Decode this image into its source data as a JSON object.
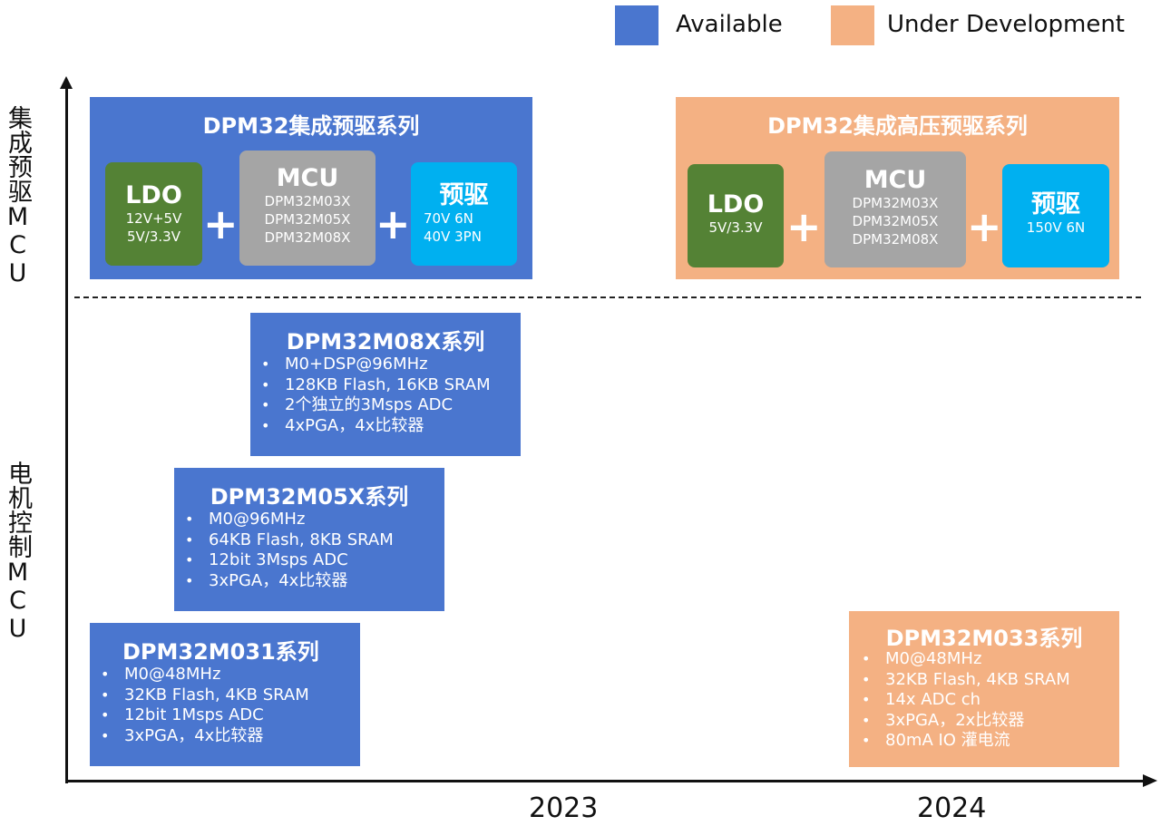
{
  "legend": {
    "available": {
      "label": "Available",
      "color": "#4a76cf"
    },
    "under_development": {
      "label": "Under Development",
      "color": "#f4b183"
    }
  },
  "axes": {
    "y_label_top": "集成预驱MCU",
    "y_label_bottom": "电机控制MCU",
    "x_ticks": [
      "2023",
      "2024"
    ]
  },
  "integrated": [
    {
      "title": "DPM32集成预驱系列",
      "status": "available",
      "ldo": {
        "title": "LDO",
        "lines": [
          "12V+5V",
          "5V/3.3V"
        ]
      },
      "mcu": {
        "title": "MCU",
        "lines": [
          "DPM32M03X",
          "DPM32M05X",
          "DPM32M08X"
        ]
      },
      "driver": {
        "title": "预驱",
        "lines": [
          "70V 6N",
          "40V 3PN"
        ]
      },
      "plus": "+"
    },
    {
      "title": "DPM32集成高压预驱系列",
      "status": "under_development",
      "ldo": {
        "title": "LDO",
        "lines": [
          "5V/3.3V"
        ]
      },
      "mcu": {
        "title": "MCU",
        "lines": [
          "DPM32M03X",
          "DPM32M05X",
          "DPM32M08X"
        ]
      },
      "driver": {
        "title": "预驱",
        "lines": [
          "150V 6N"
        ]
      },
      "plus": "+"
    }
  ],
  "series": {
    "m08x": {
      "title": "DPM32M08X系列",
      "status": "available",
      "features": [
        "M0+DSP@96MHz",
        "128KB Flash, 16KB SRAM",
        "2个独立的3Msps ADC",
        "4xPGA，4x比较器"
      ]
    },
    "m05x": {
      "title": "DPM32M05X系列",
      "status": "available",
      "features": [
        "M0@96MHz",
        "64KB Flash, 8KB SRAM",
        "12bit 3Msps ADC",
        "3xPGA，4x比较器"
      ]
    },
    "m031": {
      "title": "DPM32M031系列",
      "status": "available",
      "features": [
        "M0@48MHz",
        "32KB Flash, 4KB SRAM",
        "12bit 1Msps ADC",
        "3xPGA，4x比较器"
      ]
    },
    "m033": {
      "title": "DPM32M033系列",
      "status": "under_development",
      "features": [
        "M0@48MHz",
        "32KB Flash, 4KB SRAM",
        "14x ADC ch",
        "3xPGA，2x比较器",
        "80mA IO 灌电流"
      ]
    }
  },
  "colors": {
    "ldo": "#548235",
    "mcu": "#a5a5a5",
    "driver": "#00b0f0"
  }
}
